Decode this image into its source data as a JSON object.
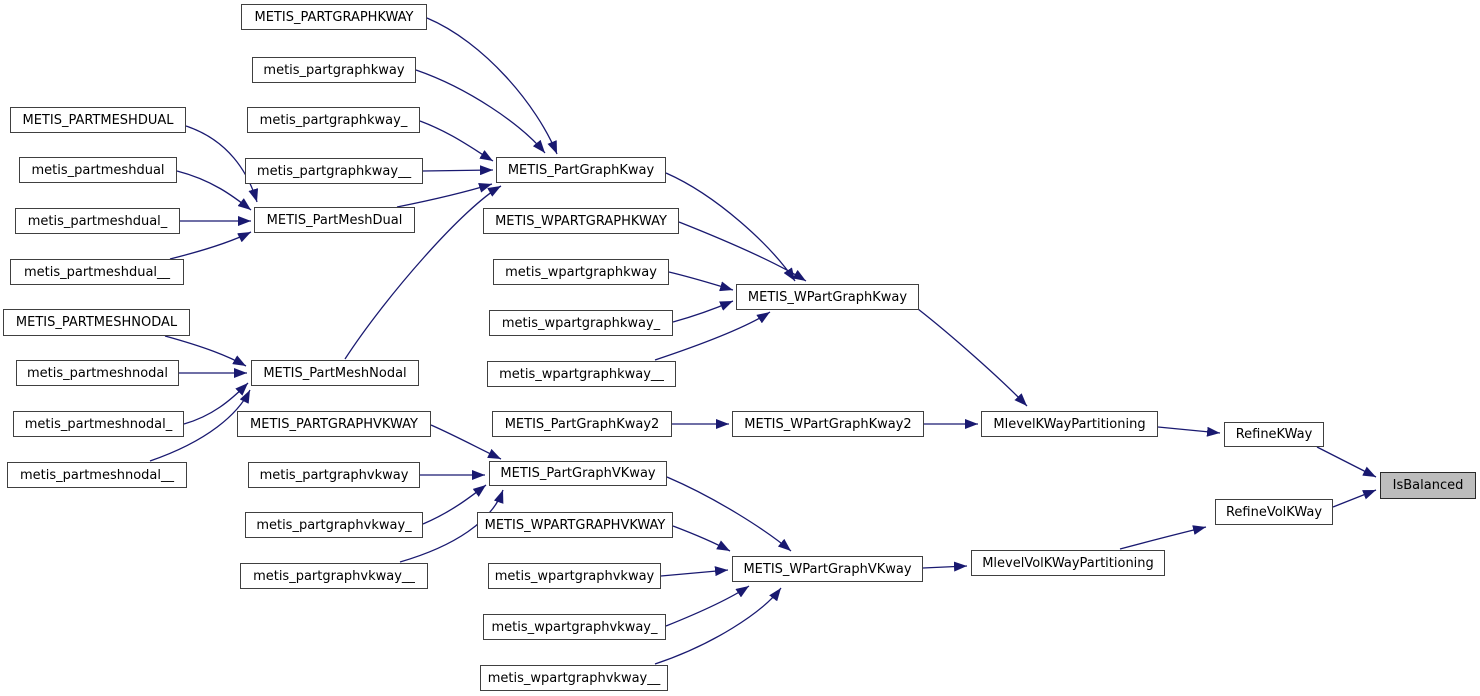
{
  "diagram": {
    "type": "call-graph",
    "tool_style": "doxygen-caller-graph",
    "highlighted_node": "IsBalanced"
  },
  "colors": {
    "background": "#ffffff",
    "edge": "#191970",
    "node_border": "#404040",
    "node_fill": "#ffffff",
    "highlight_fill": "#bdbdbd",
    "text": "#000000"
  },
  "nodes": [
    {
      "label": "METIS_PARTMESHDUAL"
    },
    {
      "label": "metis_partmeshdual"
    },
    {
      "label": "metis_partmeshdual_"
    },
    {
      "label": "metis_partmeshdual__"
    },
    {
      "label": "METIS_PARTMESHNODAL"
    },
    {
      "label": "metis_partmeshnodal"
    },
    {
      "label": "metis_partmeshnodal_"
    },
    {
      "label": "metis_partmeshnodal__"
    },
    {
      "label": "METIS_PARTGRAPHKWAY"
    },
    {
      "label": "metis_partgraphkway"
    },
    {
      "label": "metis_partgraphkway_"
    },
    {
      "label": "metis_partgraphkway__"
    },
    {
      "label": "METIS_PartMeshDual"
    },
    {
      "label": "METIS_PartMeshNodal"
    },
    {
      "label": "METIS_PARTGRAPHVKWAY"
    },
    {
      "label": "metis_partgraphvkway"
    },
    {
      "label": "metis_partgraphvkway_"
    },
    {
      "label": "metis_partgraphvkway__"
    },
    {
      "label": "METIS_PartGraphKway"
    },
    {
      "label": "METIS_WPARTGRAPHKWAY"
    },
    {
      "label": "metis_wpartgraphkway"
    },
    {
      "label": "metis_wpartgraphkway_"
    },
    {
      "label": "metis_wpartgraphkway__"
    },
    {
      "label": "METIS_PartGraphKway2"
    },
    {
      "label": "METIS_PartGraphVKway"
    },
    {
      "label": "METIS_WPARTGRAPHVKWAY"
    },
    {
      "label": "metis_wpartgraphvkway"
    },
    {
      "label": "metis_wpartgraphvkway_"
    },
    {
      "label": "metis_wpartgraphvkway__"
    },
    {
      "label": "METIS_WPartGraphKway"
    },
    {
      "label": "METIS_WPartGraphKway2"
    },
    {
      "label": "METIS_WPartGraphVKway"
    },
    {
      "label": "MlevelKWayPartitioning"
    },
    {
      "label": "MlevelVolKWayPartitioning"
    },
    {
      "label": "RefineKWay"
    },
    {
      "label": "RefineVolKWay"
    },
    {
      "label": "IsBalanced",
      "highlighted": true
    }
  ],
  "edges": [
    {
      "from": "METIS_PARTMESHDUAL",
      "to": "METIS_PartMeshDual"
    },
    {
      "from": "metis_partmeshdual",
      "to": "METIS_PartMeshDual"
    },
    {
      "from": "metis_partmeshdual_",
      "to": "METIS_PartMeshDual"
    },
    {
      "from": "metis_partmeshdual__",
      "to": "METIS_PartMeshDual"
    },
    {
      "from": "METIS_PARTMESHNODAL",
      "to": "METIS_PartMeshNodal"
    },
    {
      "from": "metis_partmeshnodal",
      "to": "METIS_PartMeshNodal"
    },
    {
      "from": "metis_partmeshnodal_",
      "to": "METIS_PartMeshNodal"
    },
    {
      "from": "metis_partmeshnodal__",
      "to": "METIS_PartMeshNodal"
    },
    {
      "from": "METIS_PARTGRAPHKWAY",
      "to": "METIS_PartGraphKway"
    },
    {
      "from": "metis_partgraphkway",
      "to": "METIS_PartGraphKway"
    },
    {
      "from": "metis_partgraphkway_",
      "to": "METIS_PartGraphKway"
    },
    {
      "from": "metis_partgraphkway__",
      "to": "METIS_PartGraphKway"
    },
    {
      "from": "METIS_PartMeshDual",
      "to": "METIS_PartGraphKway"
    },
    {
      "from": "METIS_PartMeshNodal",
      "to": "METIS_PartGraphKway"
    },
    {
      "from": "METIS_PartGraphKway",
      "to": "METIS_WPartGraphKway"
    },
    {
      "from": "METIS_WPARTGRAPHKWAY",
      "to": "METIS_WPartGraphKway"
    },
    {
      "from": "metis_wpartgraphkway",
      "to": "METIS_WPartGraphKway"
    },
    {
      "from": "metis_wpartgraphkway_",
      "to": "METIS_WPartGraphKway"
    },
    {
      "from": "metis_wpartgraphkway__",
      "to": "METIS_WPartGraphKway"
    },
    {
      "from": "METIS_PartGraphKway2",
      "to": "METIS_WPartGraphKway2"
    },
    {
      "from": "METIS_WPartGraphKway",
      "to": "MlevelKWayPartitioning"
    },
    {
      "from": "METIS_WPartGraphKway2",
      "to": "MlevelKWayPartitioning"
    },
    {
      "from": "MlevelKWayPartitioning",
      "to": "RefineKWay"
    },
    {
      "from": "RefineKWay",
      "to": "IsBalanced"
    },
    {
      "from": "RefineVolKWay",
      "to": "IsBalanced"
    },
    {
      "from": "METIS_PARTGRAPHVKWAY",
      "to": "METIS_PartGraphVKway"
    },
    {
      "from": "metis_partgraphvkway",
      "to": "METIS_PartGraphVKway"
    },
    {
      "from": "metis_partgraphvkway_",
      "to": "METIS_PartGraphVKway"
    },
    {
      "from": "metis_partgraphvkway__",
      "to": "METIS_PartGraphVKway"
    },
    {
      "from": "METIS_PartGraphVKway",
      "to": "METIS_WPartGraphVKway"
    },
    {
      "from": "METIS_WPARTGRAPHVKWAY",
      "to": "METIS_WPartGraphVKway"
    },
    {
      "from": "metis_wpartgraphvkway",
      "to": "METIS_WPartGraphVKway"
    },
    {
      "from": "metis_wpartgraphvkway_",
      "to": "METIS_WPartGraphVKway"
    },
    {
      "from": "metis_wpartgraphvkway__",
      "to": "METIS_WPartGraphVKway"
    },
    {
      "from": "METIS_WPartGraphVKway",
      "to": "MlevelVolKWayPartitioning"
    },
    {
      "from": "MlevelVolKWayPartitioning",
      "to": "RefineVolKWay"
    }
  ]
}
